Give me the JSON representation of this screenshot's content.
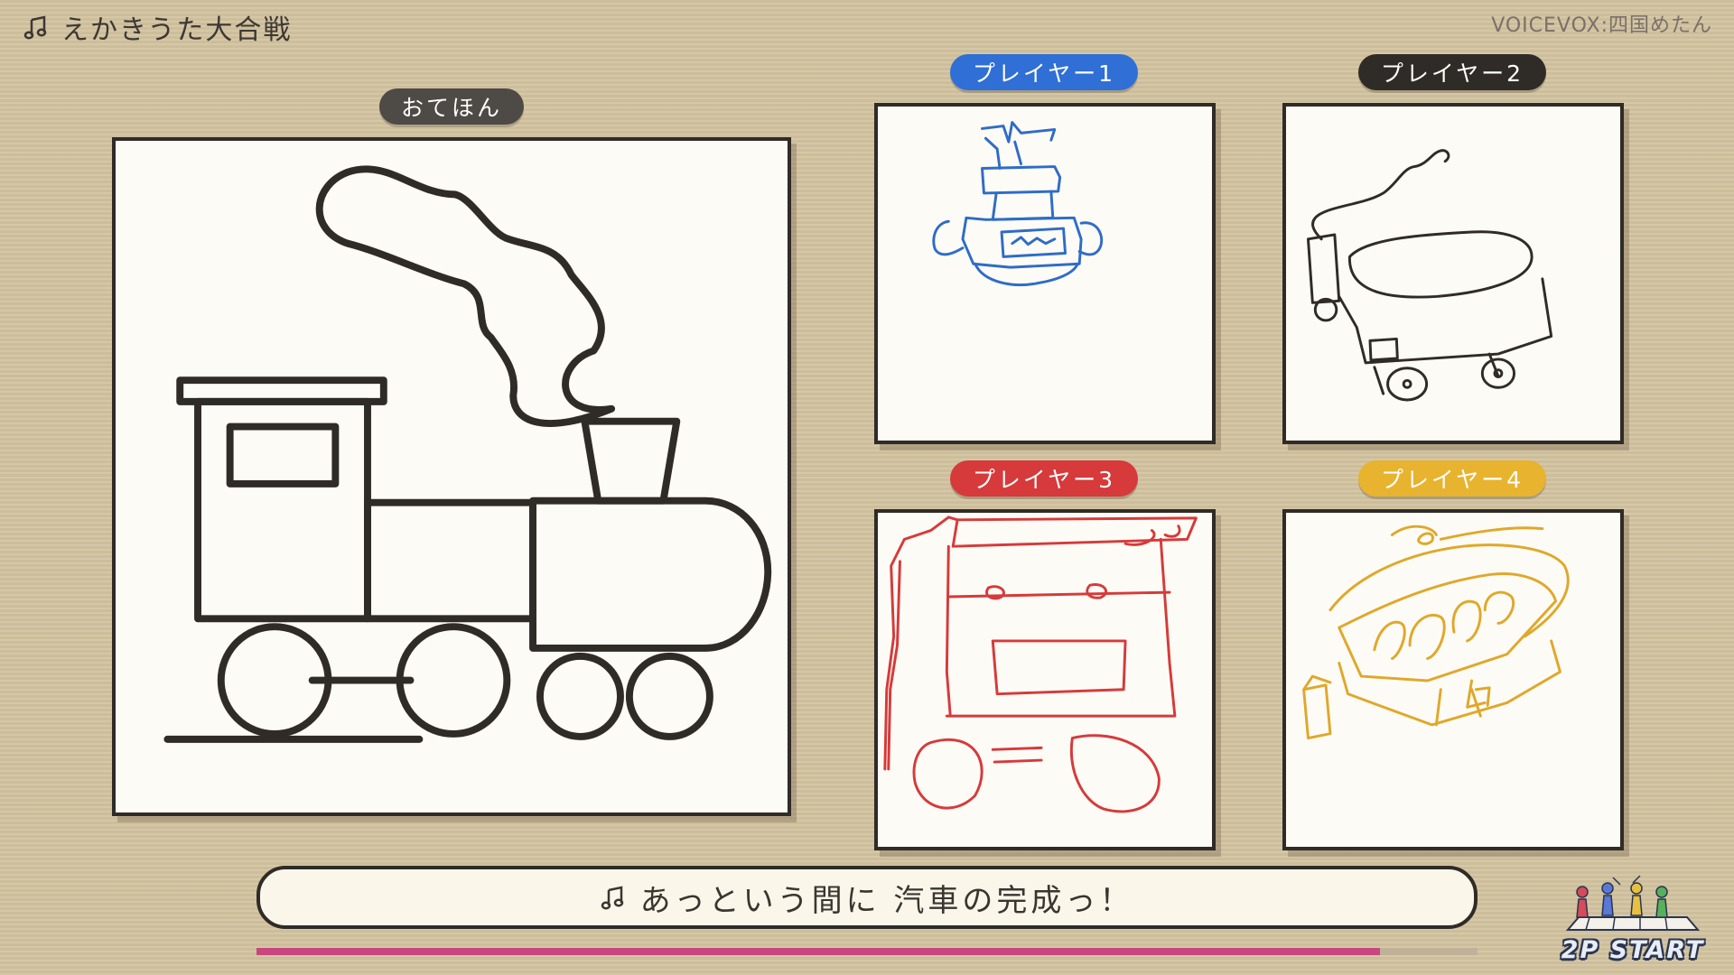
{
  "header": {
    "title": "えかきうた大合戦",
    "credit": "VOICEVOX:四国めたん"
  },
  "model": {
    "label": "おてほん",
    "color": "#4e4a45"
  },
  "players": [
    {
      "label": "プレイヤー1",
      "color": "#2f6fd6"
    },
    {
      "label": "プレイヤー2",
      "color": "#2f2b27"
    },
    {
      "label": "プレイヤー3",
      "color": "#d63a3a"
    },
    {
      "label": "プレイヤー4",
      "color": "#e8b32e"
    }
  ],
  "lyric": {
    "text": "あっという間に 汽車の完成っ！"
  },
  "progress": {
    "fraction": 0.92
  },
  "logo": {
    "text": "2P START"
  },
  "icons": {
    "title": "music-note-icon",
    "lyric": "music-note-icon"
  }
}
